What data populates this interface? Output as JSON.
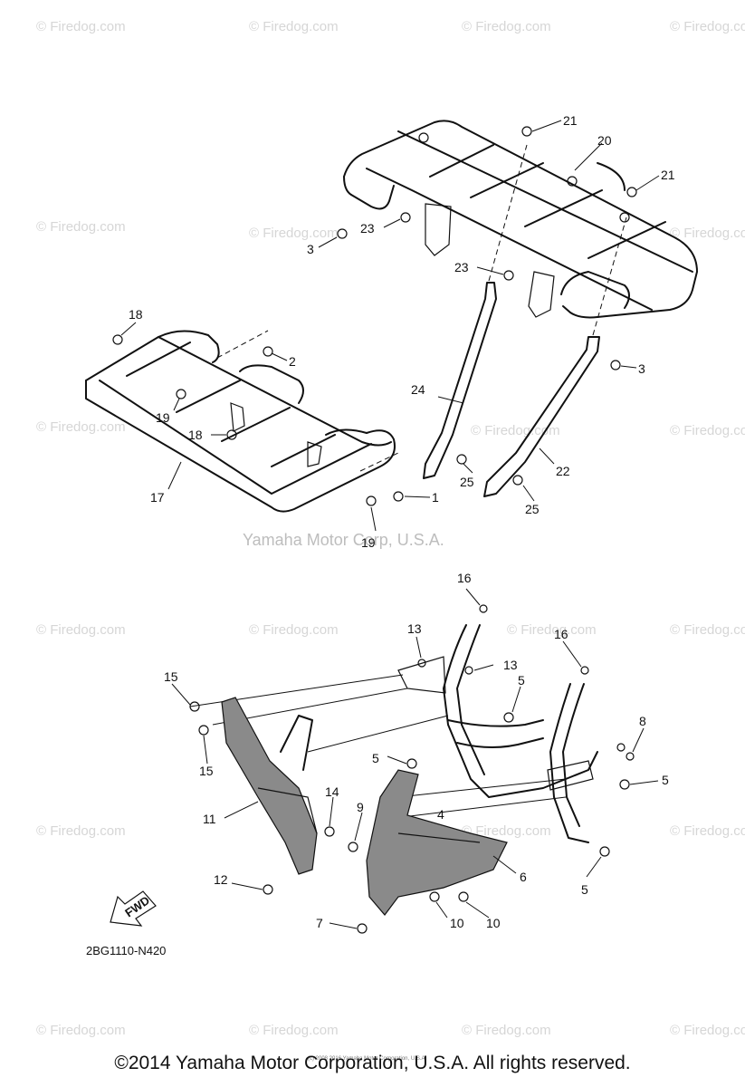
{
  "watermark": {
    "site_text": "© Firedog.com",
    "mid_text": "Yamaha Motor Corp, U.S.A.",
    "tiny_text": "(c) 2008 2016 Yamaha Motor Corporation, U.S.A."
  },
  "diagram_code": "2BG1110-N420",
  "fwd_label": "FWD",
  "copyright": "©2014 Yamaha Motor Corporation, U.S.A. All rights reserved.",
  "callouts": {
    "c1": "1",
    "c2": "2",
    "c3a": "3",
    "c3b": "3",
    "c4": "4",
    "c5a": "5",
    "c5b": "5",
    "c5c": "5",
    "c5d": "5",
    "c6": "6",
    "c7": "7",
    "c8": "8",
    "c9": "9",
    "c10a": "10",
    "c10b": "10",
    "c11": "11",
    "c12": "12",
    "c13a": "13",
    "c13b": "13",
    "c14": "14",
    "c15a": "15",
    "c15b": "15",
    "c16a": "16",
    "c16b": "16",
    "c17": "17",
    "c18a": "18",
    "c18b": "18",
    "c19a": "19",
    "c19b": "19",
    "c20": "20",
    "c21a": "21",
    "c21b": "21",
    "c22": "22",
    "c23a": "23",
    "c23b": "23",
    "c24": "24",
    "c25a": "25",
    "c25b": "25"
  }
}
